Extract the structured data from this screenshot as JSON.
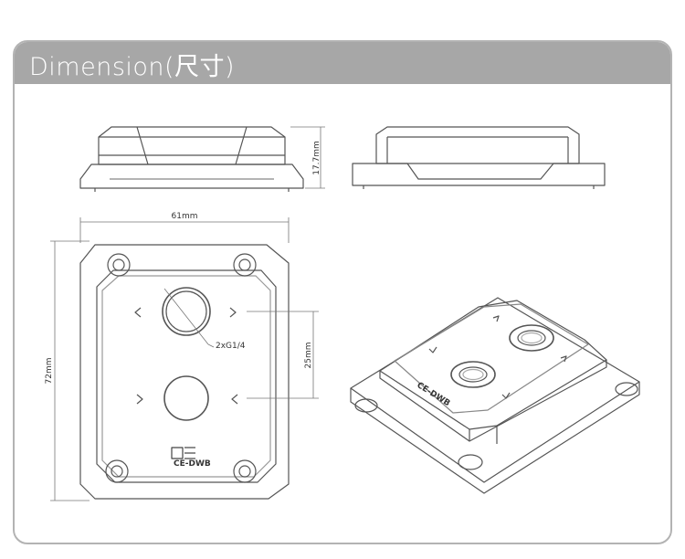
{
  "header": {
    "title": "Dimension(尺寸)"
  },
  "dimensions": {
    "height": "17.7mm",
    "width": "61mm",
    "length": "72mm",
    "port_spacing": "25mm",
    "thread": "2xG1/4"
  },
  "logo": {
    "text": "CE-DWB"
  }
}
